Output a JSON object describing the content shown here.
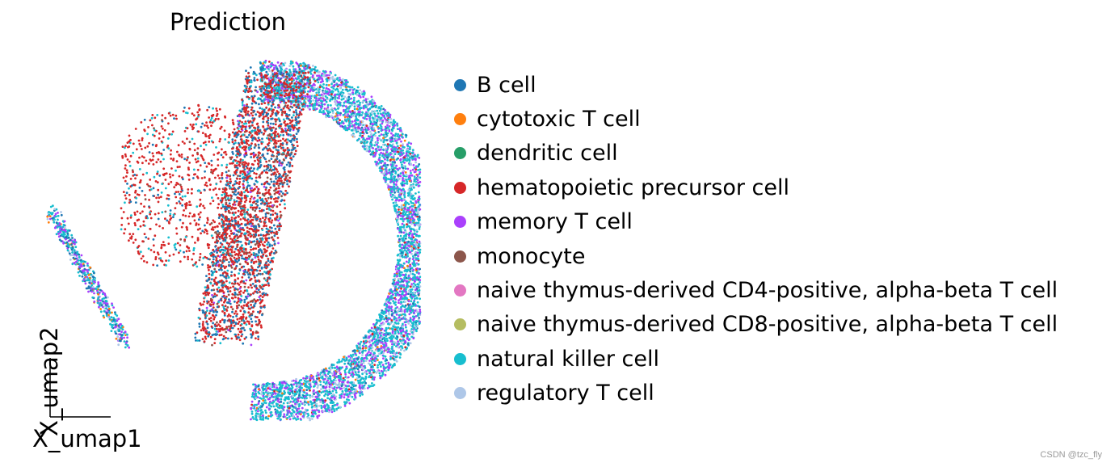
{
  "chart_data": {
    "type": "scatter",
    "title": "Prediction",
    "xlabel": "X_umap1",
    "ylabel": "X_umap2",
    "legend_position": "right",
    "axis_style": "corner arrows, no ticks",
    "legend": [
      {
        "label": "B cell",
        "color": "#1f77b4"
      },
      {
        "label": "cytotoxic T cell",
        "color": "#ff7f0e"
      },
      {
        "label": "dendritic cell",
        "color": "#279e68"
      },
      {
        "label": "hematopoietic precursor cell",
        "color": "#d62728"
      },
      {
        "label": "memory T cell",
        "color": "#aa40fc"
      },
      {
        "label": "monocyte",
        "color": "#8c564b"
      },
      {
        "label": "naive thymus-derived CD4-positive, alpha-beta T cell",
        "color": "#e377c2"
      },
      {
        "label": "naive thymus-derived CD8-positive, alpha-beta T cell",
        "color": "#b5bd61"
      },
      {
        "label": "natural killer cell",
        "color": "#17becf"
      },
      {
        "label": "regulatory T cell",
        "color": "#aec7e8"
      }
    ]
  },
  "watermark": "CSDN @tzc_fly"
}
